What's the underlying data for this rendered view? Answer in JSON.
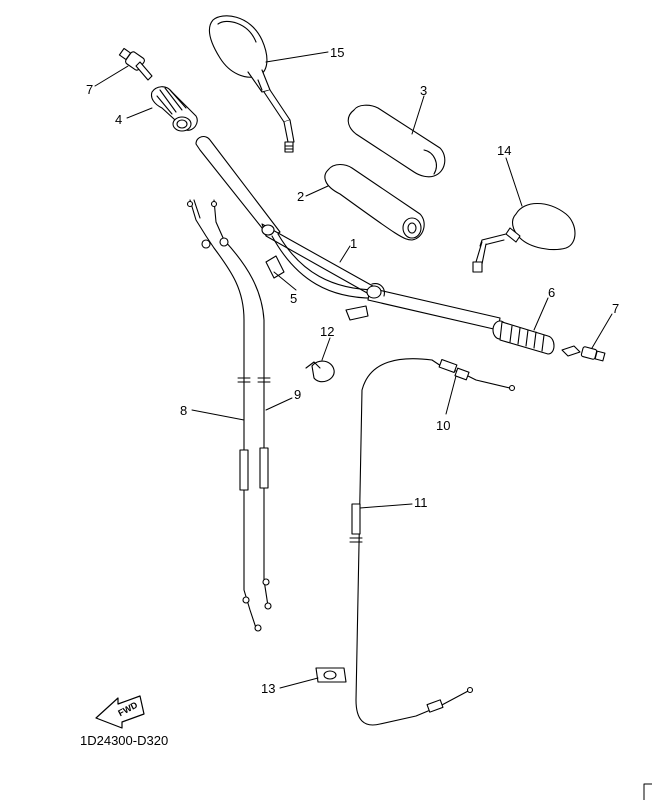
{
  "diagram": {
    "drawing_code": "1D24300-D320",
    "fwd_label": "FWD",
    "callouts": {
      "c1": "1",
      "c2": "2",
      "c3": "3",
      "c4": "4",
      "c5": "5",
      "c6": "6",
      "c7a": "7",
      "c7b": "7",
      "c8": "8",
      "c9": "9",
      "c10": "10",
      "c11": "11",
      "c12": "12",
      "c13": "13",
      "c14": "14",
      "c15": "15"
    }
  }
}
